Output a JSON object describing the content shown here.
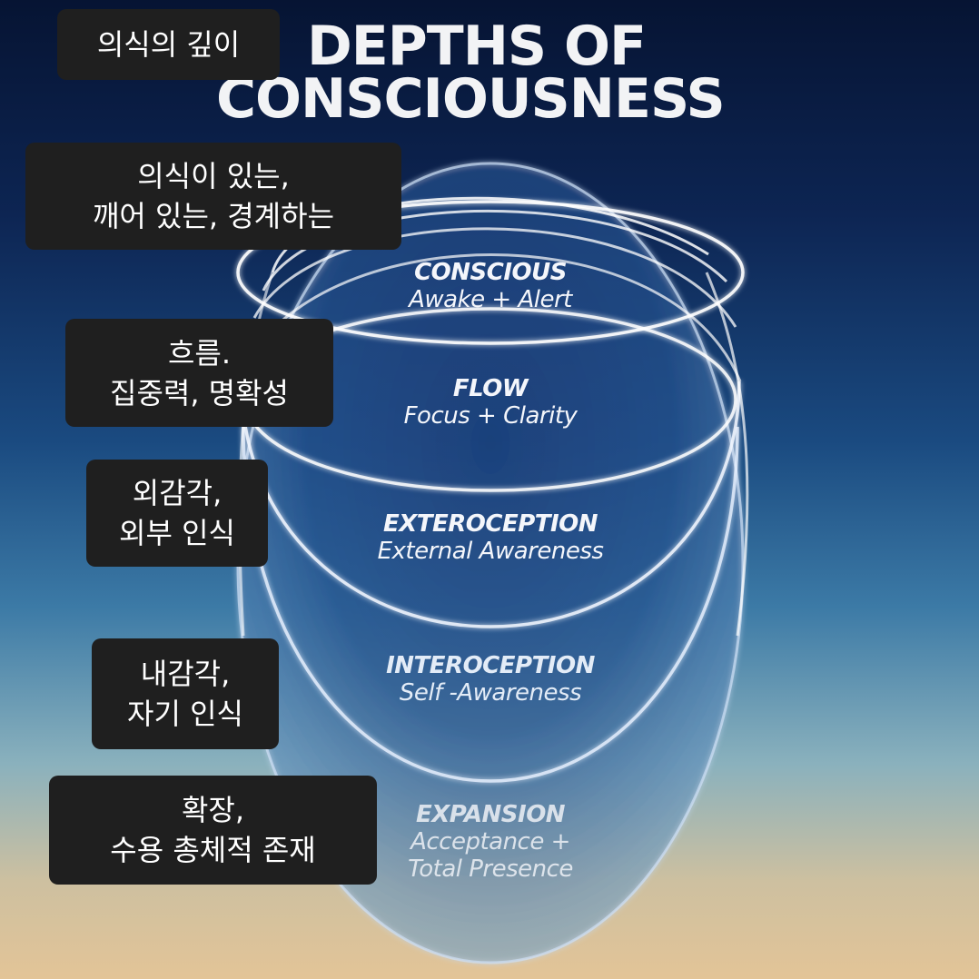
{
  "title": {
    "line1": "DEPTHS OF",
    "line2": "CONSCIOUSNESS"
  },
  "layers": [
    {
      "name": "CONSCIOUS",
      "desc": "Awake + Alert"
    },
    {
      "name": "FLOW",
      "desc": "Focus + Clarity"
    },
    {
      "name": "EXTEROCEPTION",
      "desc": "External Awareness"
    },
    {
      "name": "INTEROCEPTION",
      "desc": "Self -Awareness"
    },
    {
      "name": "EXPANSION",
      "desc": "Acceptance +",
      "desc2": "Total Presence"
    }
  ],
  "notes": [
    {
      "line1": "의식의  깊이"
    },
    {
      "line1": "의식이  있는,",
      "line2": "깨어  있는,  경계하는"
    },
    {
      "line1": "흐름.",
      "line2": "집중력,  명확성"
    },
    {
      "line1": "외감각,",
      "line2": "외부  인식"
    },
    {
      "line1": "내감각,",
      "line2": "자기  인식"
    },
    {
      "line1": "확장,",
      "line2": "수용  총체적  존재"
    }
  ],
  "colors": {
    "ring_stroke": "#ffffff",
    "note_bg": "#1f1f1f",
    "note_text": "#ffffff",
    "title_text": "#f2f3f5"
  }
}
